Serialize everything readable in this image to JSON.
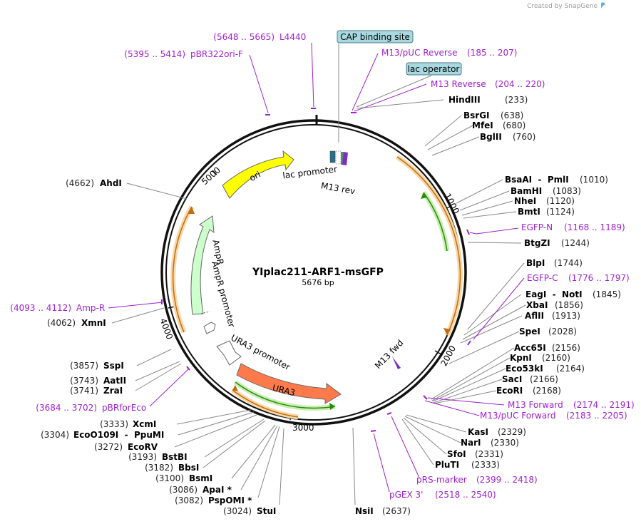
{
  "watermark": "Created by SnapGene",
  "plasmid": {
    "name": "YIplac211-ARF1-msGFP",
    "length": "5676 bp"
  },
  "ticks": [
    "1000",
    "2000",
    "3000",
    "4000",
    "5000"
  ],
  "features": {
    "ori": "ori",
    "ampr": "AmpR",
    "ampr_promoter": "AmpR promoter",
    "ura3_promoter": "URA3 promoter",
    "ura3": "URA3",
    "lac_promoter": "lac promoter",
    "m13_rev": "M13 rev",
    "m13_fwd": "M13 fwd"
  },
  "boxed": {
    "cap": "CAP binding site",
    "lacop": "lac operator"
  },
  "sites_right": [
    {
      "name": "HindIII",
      "pos": "(233)"
    },
    {
      "name": "BsrGI",
      "pos": "(638)"
    },
    {
      "name": "MfeI",
      "pos": "(680)"
    },
    {
      "name": "BglII",
      "pos": "(760)"
    },
    {
      "name": "BsaAI  -  PmlI",
      "pos": "(1010)"
    },
    {
      "name": "BamHI",
      "pos": "(1083)"
    },
    {
      "name": "NheI",
      "pos": "(1120)"
    },
    {
      "name": "BmtI",
      "pos": "(1124)"
    },
    {
      "name": "BtgZI",
      "pos": "(1244)"
    },
    {
      "name": "BlpI",
      "pos": "(1744)"
    },
    {
      "name": "EagI  -  NotI",
      "pos": "(1845)"
    },
    {
      "name": "XbaI",
      "pos": "(1856)"
    },
    {
      "name": "AflII",
      "pos": "(1913)"
    },
    {
      "name": "SpeI",
      "pos": "(2028)"
    },
    {
      "name": "Acc65I",
      "pos": "(2156)"
    },
    {
      "name": "KpnI",
      "pos": "(2160)"
    },
    {
      "name": "Eco53kI",
      "pos": "(2164)"
    },
    {
      "name": "SacI",
      "pos": "(2166)"
    },
    {
      "name": "EcoRI",
      "pos": "(2168)"
    },
    {
      "name": "KasI",
      "pos": "(2329)"
    },
    {
      "name": "NarI",
      "pos": "(2330)"
    },
    {
      "name": "SfoI",
      "pos": "(2331)"
    },
    {
      "name": "PluTI",
      "pos": "(2333)"
    }
  ],
  "sites_bottom": [
    {
      "name": "NsiI",
      "pos": "(2637)"
    }
  ],
  "sites_left": [
    {
      "name": "AhdI",
      "pos": "(4662)"
    },
    {
      "name": "XmnI",
      "pos": "(4062)"
    },
    {
      "name": "SspI",
      "pos": "(3857)"
    },
    {
      "name": "AatII",
      "pos": "(3743)"
    },
    {
      "name": "ZraI",
      "pos": "(3741)"
    },
    {
      "name": "XcmI",
      "pos": "(3333)"
    },
    {
      "name": "EcoO109I  -  PpuMI",
      "pos": "(3304)"
    },
    {
      "name": "EcoRV",
      "pos": "(3272)"
    },
    {
      "name": "BstBI",
      "pos": "(3193)"
    },
    {
      "name": "BbsI",
      "pos": "(3182)"
    },
    {
      "name": "BsmI",
      "pos": "(3100)"
    },
    {
      "name": "ApaI *",
      "pos": "(3086)"
    },
    {
      "name": "PspOMI *",
      "pos": "(3082)"
    },
    {
      "name": "StuI",
      "pos": "(3024)"
    }
  ],
  "primers": [
    {
      "name": "L4440",
      "pos": "(5648 .. 5665)"
    },
    {
      "name": "pBR322ori-F",
      "pos": "(5395 .. 5414)"
    },
    {
      "name": "M13/pUC Reverse",
      "pos": "(185 .. 207)"
    },
    {
      "name": "M13 Reverse",
      "pos": "(204 .. 220)"
    },
    {
      "name": "EGFP-N",
      "pos": "(1168 .. 1189)"
    },
    {
      "name": "EGFP-C",
      "pos": "(1776 .. 1797)"
    },
    {
      "name": "M13 Forward",
      "pos": "(2174 .. 2191)"
    },
    {
      "name": "M13/pUC Forward",
      "pos": "(2183 .. 2205)"
    },
    {
      "name": "pRS-marker",
      "pos": "(2399 .. 2418)"
    },
    {
      "name": "pGEX 3'",
      "pos": "(2518 .. 2540)"
    },
    {
      "name": "Amp-R",
      "pos": "(4093 .. 4112)"
    },
    {
      "name": "pBRforEco",
      "pos": "(3684 .. 3702)"
    }
  ]
}
